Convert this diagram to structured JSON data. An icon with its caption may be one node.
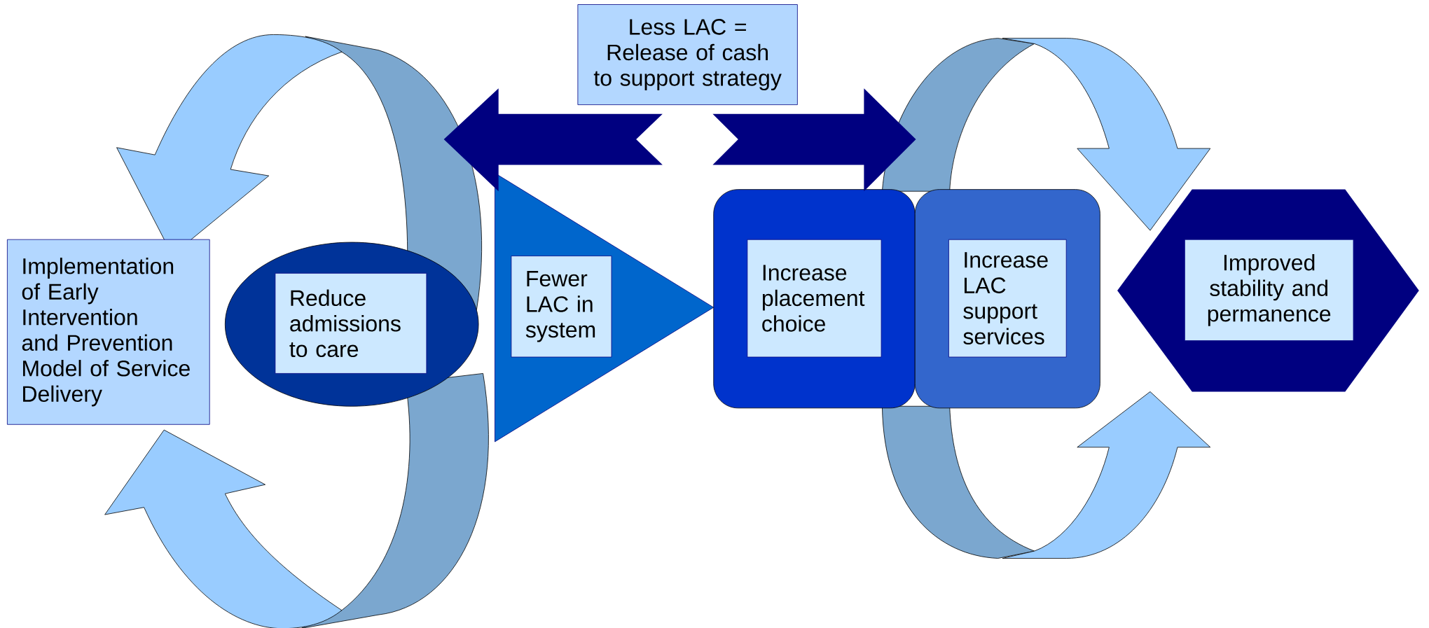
{
  "diagram": {
    "nodes": [
      {
        "text": [
          "Implementation of Early Intervention and Prevention Model of Service Delivery"
        ]
      },
      {
        "text": [],
        "shape": "ellipse"
      },
      {
        "text": [
          "Reduce admissions to care"
        ],
        "in": 1
      },
      {
        "text": [],
        "shape": "triangle"
      },
      {
        "text": [
          "Fewer LAC in system"
        ],
        "in": 3
      },
      {
        "text": [],
        "shape": "box"
      },
      {
        "text": [
          "Increase placement choice"
        ],
        "in": 5
      },
      {
        "text": [],
        "shape": "box"
      },
      {
        "text": [
          "Increase LAC support services"
        ],
        "in": 7
      },
      {
        "text": [],
        "shape": "hexagon"
      },
      {
        "text": [
          "Improved stability and permanence"
        ],
        "in": 9
      },
      {
        "text": [
          "Less LAC = Release of cash to support strategy"
        ]
      }
    ]
  }
}
